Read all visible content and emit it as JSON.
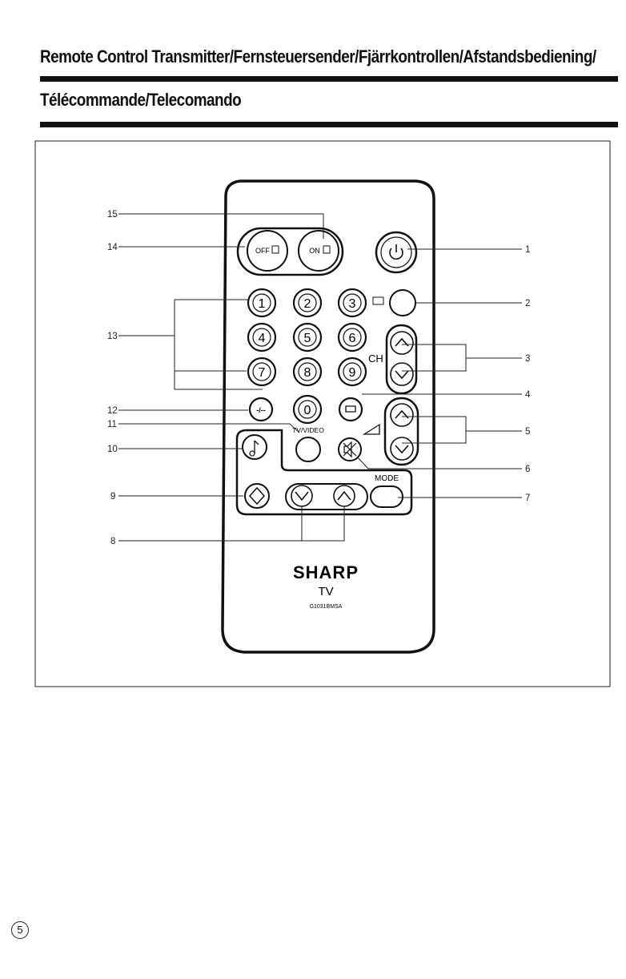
{
  "header": {
    "title_line1": "Remote Control Transmitter/Fernsteuersender/Fjärrkontrollen/Afstandsbediening/",
    "title_line2": "Télécommande/Telecomando"
  },
  "remote": {
    "buttons": {
      "off": "OFF",
      "on": "ON",
      "digits": [
        "1",
        "2",
        "3",
        "4",
        "5",
        "6",
        "7",
        "8",
        "9",
        "0"
      ],
      "dash": "-/--",
      "tv_video": "TV/VIDEO",
      "ch": "CH",
      "mode": "MODE"
    },
    "brand": "SHARP",
    "product": "TV",
    "model": "G1031BMSA"
  },
  "callouts": {
    "left": [
      "15",
      "14",
      "13",
      "12",
      "11",
      "10",
      "9",
      "8"
    ],
    "right": [
      "1",
      "2",
      "3",
      "4",
      "5",
      "6",
      "7"
    ]
  },
  "footer": {
    "page_number": "5"
  },
  "colors": {
    "ink": "#111111",
    "paper": "#ffffff"
  }
}
